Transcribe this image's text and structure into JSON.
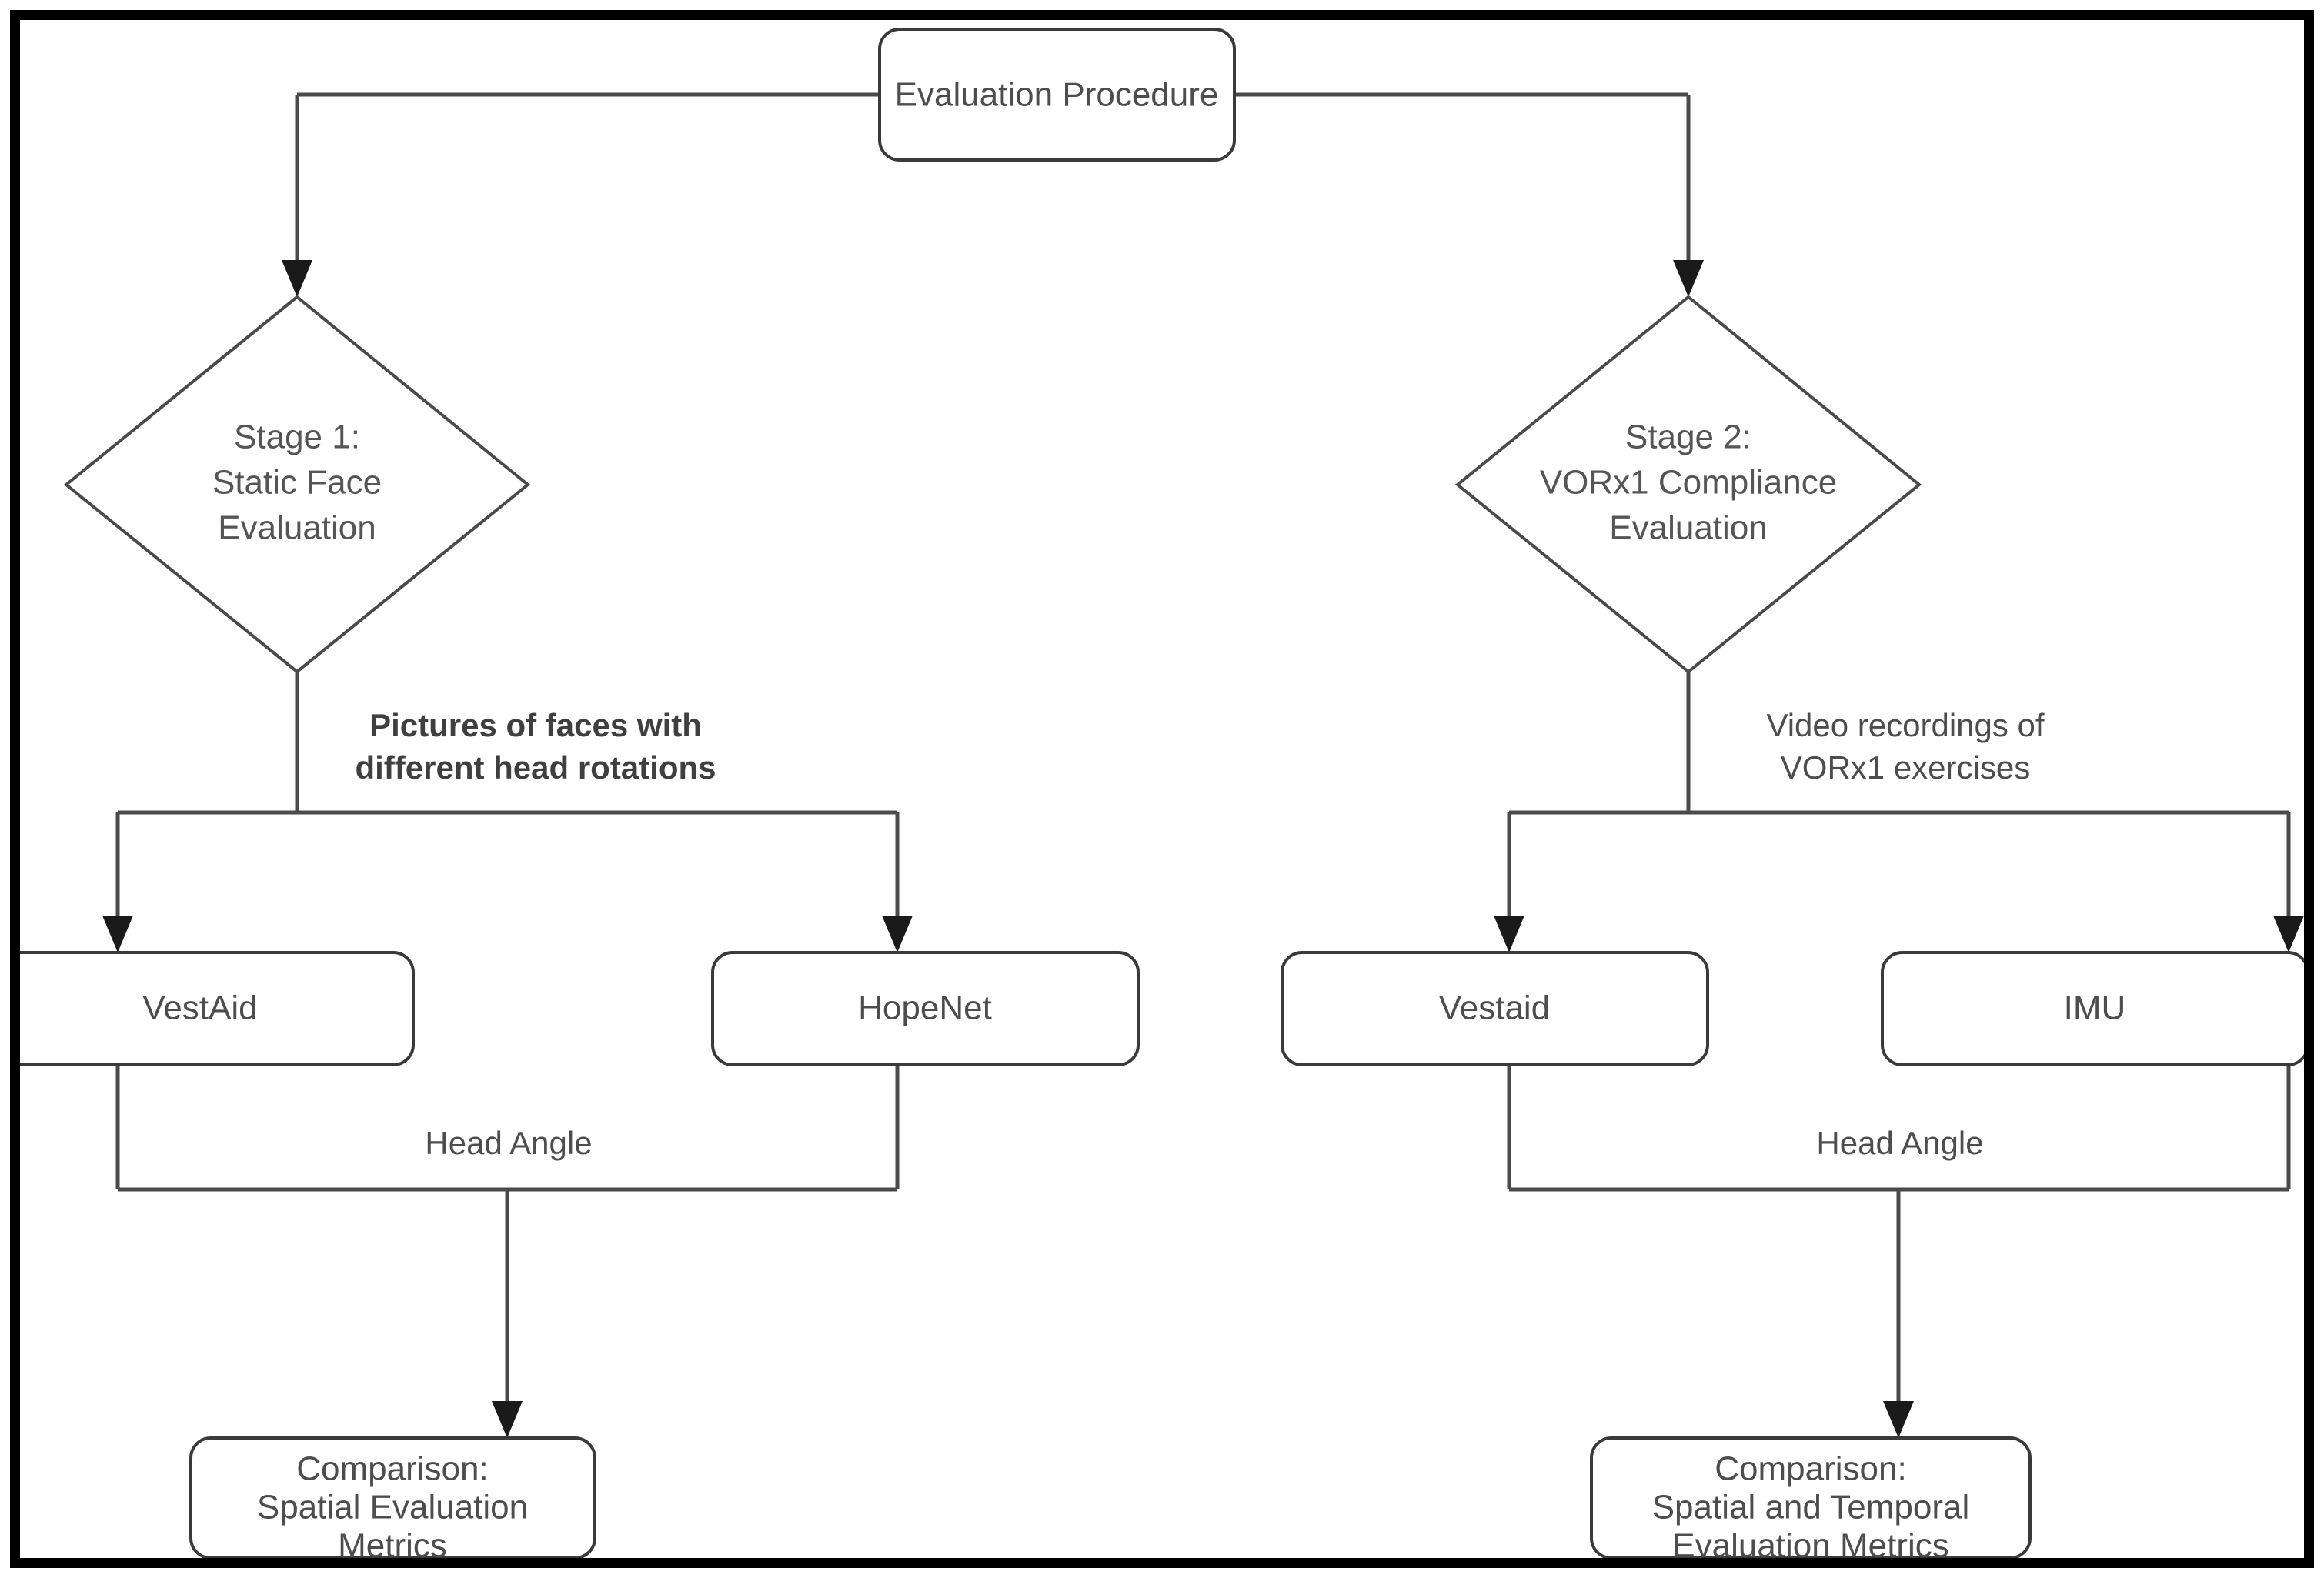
{
  "figure": {
    "type": "flowchart",
    "title": "Evaluation Procedure",
    "border_color": "#000000",
    "node_stroke_color": "#3a3a3a",
    "text_color": "#4d4d4d",
    "background": "#ffffff"
  },
  "nodes": {
    "root": {
      "id": "evaluation-procedure",
      "shape": "rounded-rect",
      "label": "Evaluation Procedure"
    },
    "stage1": {
      "id": "stage-1",
      "shape": "diamond",
      "line1": "Stage 1:",
      "line2": "Static Face",
      "line3": "Evaluation"
    },
    "stage2": {
      "id": "stage-2",
      "shape": "diamond",
      "line1": "Stage 2:",
      "line2": "VORx1 Compliance",
      "line3": "Evaluation"
    },
    "vestaid_left": {
      "id": "vestaid-stage1",
      "shape": "rounded-rect",
      "label": "VestAid"
    },
    "hopenet": {
      "id": "hopenet",
      "shape": "rounded-rect",
      "label": "HopeNet"
    },
    "vestaid_right": {
      "id": "vestaid-stage2",
      "shape": "rounded-rect",
      "label": "Vestaid"
    },
    "imu": {
      "id": "imu",
      "shape": "rounded-rect",
      "label": "IMU"
    },
    "comparison_left": {
      "id": "comparison-spatial",
      "shape": "rounded-rect",
      "line1": "Comparison:",
      "line2": "Spatial Evaluation",
      "line3": "Metrics"
    },
    "comparison_right": {
      "id": "comparison-spatial-temporal",
      "shape": "rounded-rect",
      "line1": "Comparison:",
      "line2": "Spatial and Temporal",
      "line3": "Evaluation Metrics"
    }
  },
  "edge_labels": {
    "stage1_data_line1": "Pictures of faces with",
    "stage1_data_line2": "different head rotations",
    "stage2_data_line1": "Video recordings of",
    "stage2_data_line2": "VORx1 exercises",
    "head_angle_left": "Head Angle",
    "head_angle_right": "Head Angle"
  }
}
